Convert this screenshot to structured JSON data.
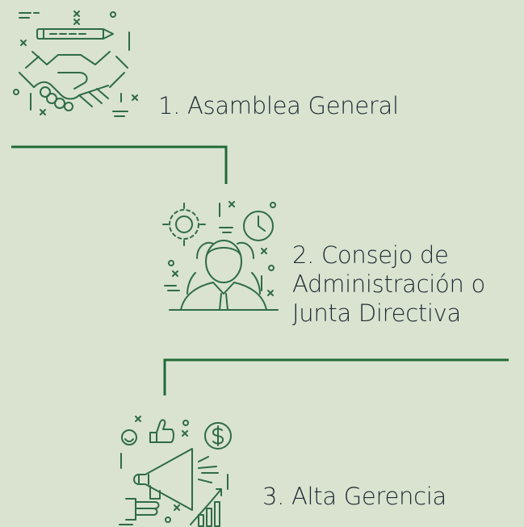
{
  "steps": [
    {
      "lines": [
        "1. Asamblea General"
      ],
      "icon": "handshake-icon"
    },
    {
      "lines": [
        "2. Consejo de",
        "Administración o",
        "Junta Directiva"
      ],
      "icon": "board-meeting-icon"
    },
    {
      "lines": [
        "3. Alta Gerencia"
      ],
      "icon": "management-megaphone-icon"
    }
  ],
  "colors": {
    "background": "#d9e3d0",
    "connector": "#1f6b38",
    "icon": "#2f6b47",
    "text": "#1f2a33"
  }
}
